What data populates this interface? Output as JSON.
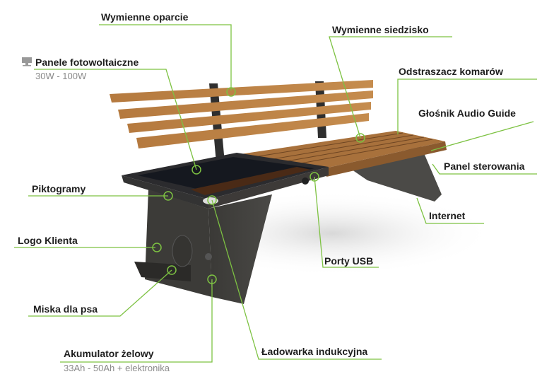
{
  "accent_color": "#7dc242",
  "labels": {
    "backrest": "Wymienne oparcie",
    "seat": "Wymienne siedzisko",
    "solar": "Panele fotowoltaiczne",
    "solar_sub": "30W - 100W",
    "mosquito": "Odstraszacz komarów",
    "speaker": "Głośnik Audio Guide",
    "control": "Panel sterowania",
    "pictograms": "Piktogramy",
    "internet": "Internet",
    "logo": "Logo Klienta",
    "usb": "Porty USB",
    "bowl": "Miska dla psa",
    "battery": "Akumulator żelowy",
    "battery_sub": "33Ah - 50Ah + elektronika",
    "wireless": "Ładowarka indukcyjna"
  },
  "icons": {
    "solar": "solar-panel-icon",
    "marker": "hand-pointer-icon"
  }
}
